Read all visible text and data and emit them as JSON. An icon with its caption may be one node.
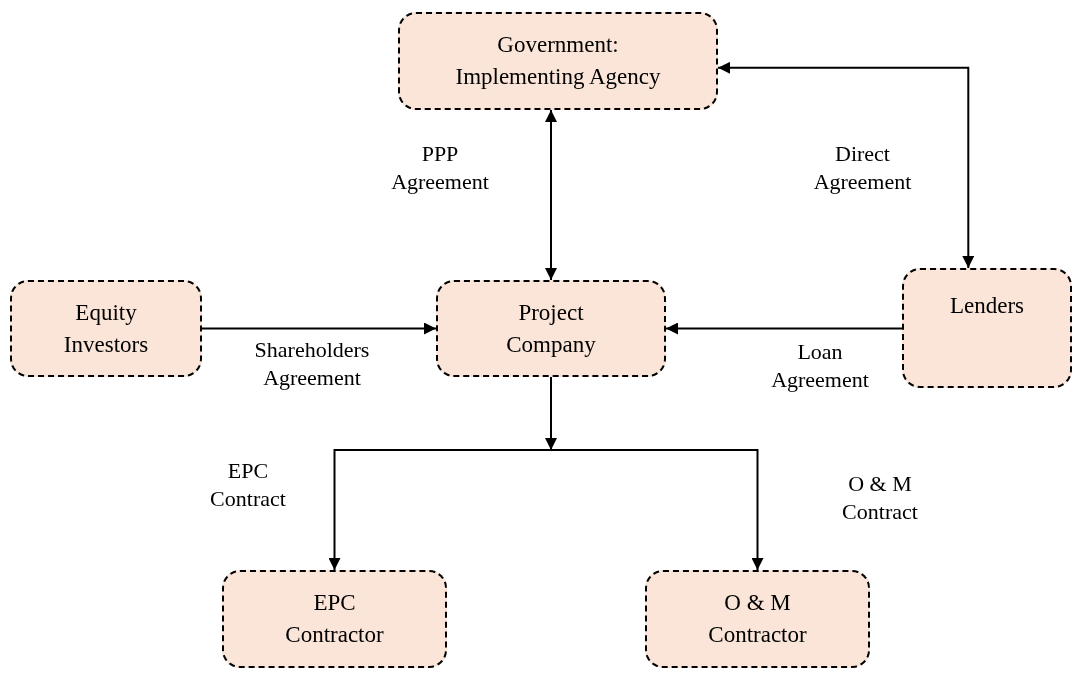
{
  "diagram": {
    "nodes": [
      {
        "text": [
          "Government: Implementing Agency"
        ]
      },
      {
        "text": [
          "Equity Investors"
        ]
      },
      {
        "text": [
          "Project Company"
        ]
      },
      {
        "text": [
          "Lenders"
        ]
      },
      {
        "text": [
          "EPC Contractor"
        ]
      },
      {
        "text": [
          "O & M Contractor"
        ]
      }
    ],
    "edges": [
      {
        "from": 2,
        "to": 0,
        "arrow": "both",
        "label": "PPP Agreement"
      },
      {
        "from": 3,
        "to": 0,
        "arrow": "both",
        "label": "Direct Agreement"
      },
      {
        "from": 1,
        "to": 2,
        "arrow": "to",
        "label": "Shareholders Agreement"
      },
      {
        "from": 3,
        "to": 2,
        "arrow": "to",
        "label": "Loan Agreement"
      },
      {
        "from": 2,
        "to": 4,
        "arrow": "to",
        "label": "EPC Contract"
      },
      {
        "from": 2,
        "to": 5,
        "arrow": "to",
        "label": "O & M Contract"
      }
    ]
  }
}
